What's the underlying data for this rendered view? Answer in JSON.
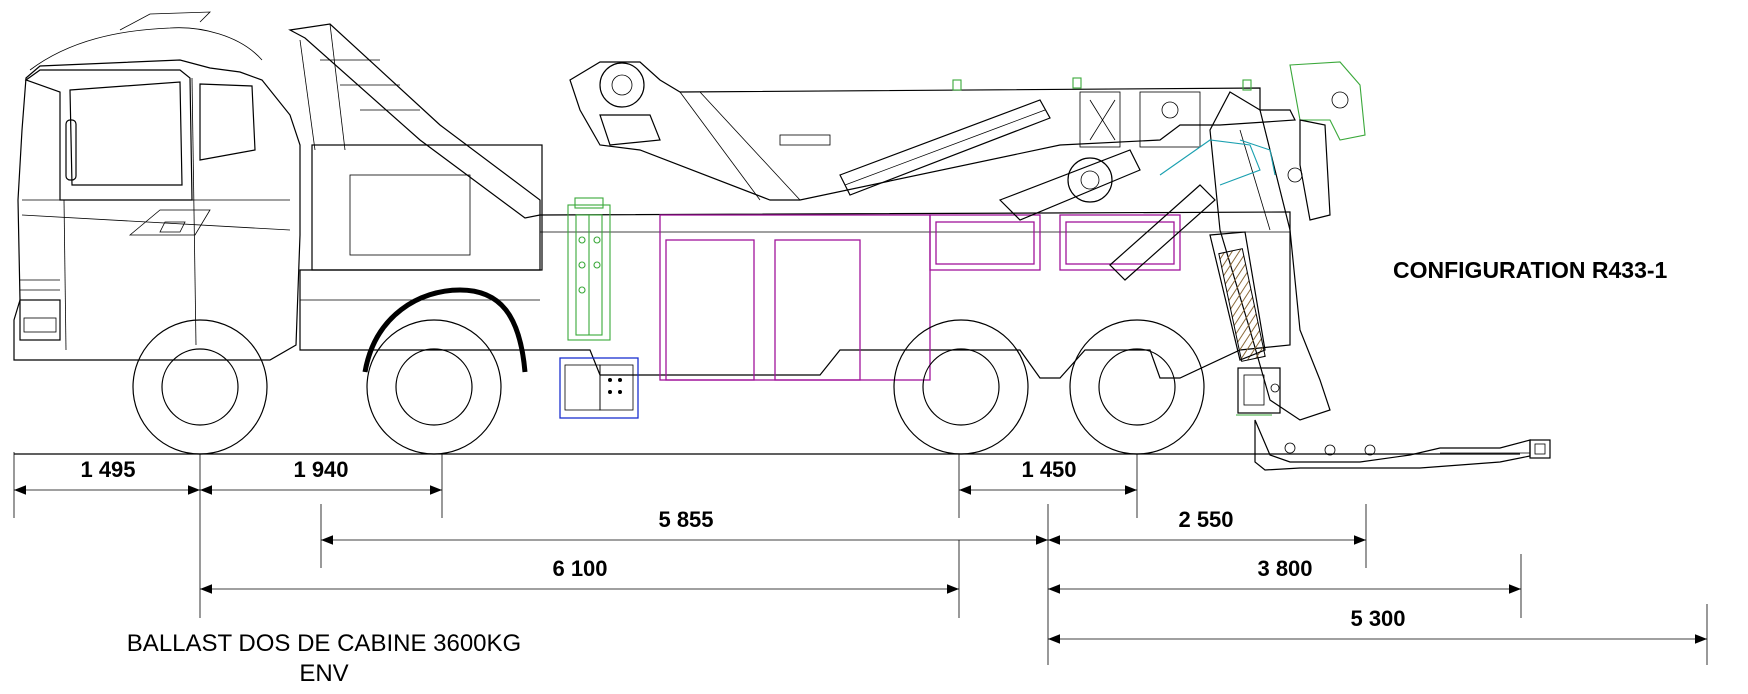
{
  "title": "CONFIGURATION R433-1",
  "note": {
    "line1": "BALLAST DOS DE CABINE 3600KG",
    "line2": "ENV"
  },
  "dimensions": [
    {
      "id": "front-overhang",
      "label": "1 495"
    },
    {
      "id": "axle-1-2",
      "label": "1 940"
    },
    {
      "id": "axle-3-4",
      "label": "1 450"
    },
    {
      "id": "span-5855",
      "label": "5 855"
    },
    {
      "id": "span-2550",
      "label": "2 550"
    },
    {
      "id": "span-6100",
      "label": "6 100"
    },
    {
      "id": "span-3800",
      "label": "3 800"
    },
    {
      "id": "span-5300",
      "label": "5 300"
    }
  ],
  "colors": {
    "lines": "#000000",
    "ballast_frame": "#3aa83a",
    "body_panels": "#a0149a",
    "ballast_box": "#1a2fd0",
    "hydraulics": "#1aa0b0",
    "ram": "#8b6a3a"
  }
}
